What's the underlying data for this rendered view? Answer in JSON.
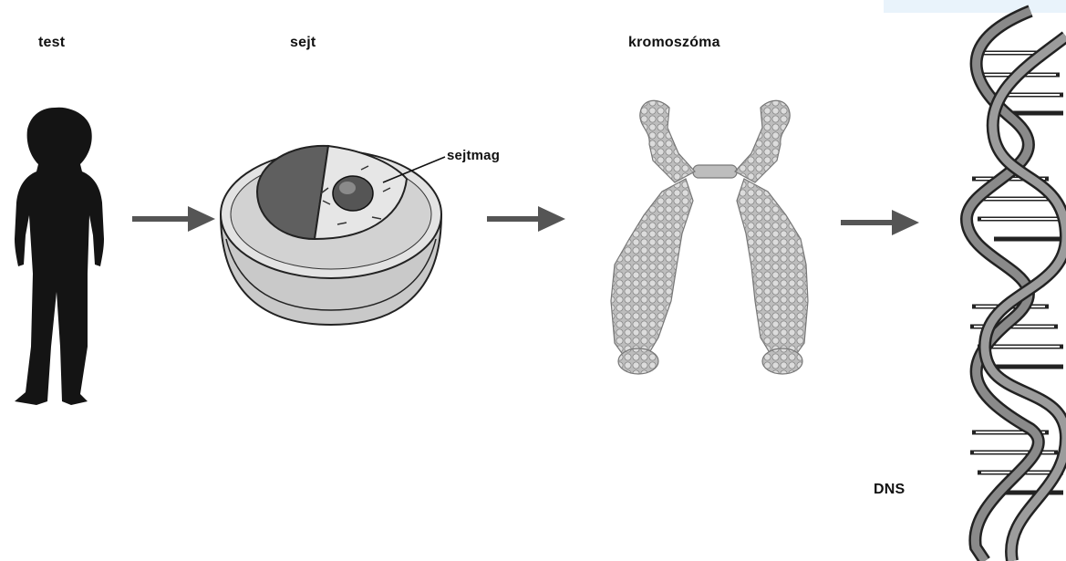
{
  "labels": {
    "body": "test",
    "cell": "sejt",
    "nucleus": "sejtmag",
    "chromosome": "kromoszóma",
    "dna": "DNS"
  },
  "colors": {
    "ink": "#111111",
    "arrow": "#555555",
    "cell_outer": "#d8d8d8",
    "cell_inner": "#6a6a6a",
    "chromosome": "#c4c4c4",
    "dna_backbone": "#7a7a7a",
    "corner_tint": "#e9f3fb"
  },
  "icons": [
    "human-silhouette",
    "cell-cutaway",
    "chromosome",
    "dna-double-helix",
    "right-arrow"
  ]
}
